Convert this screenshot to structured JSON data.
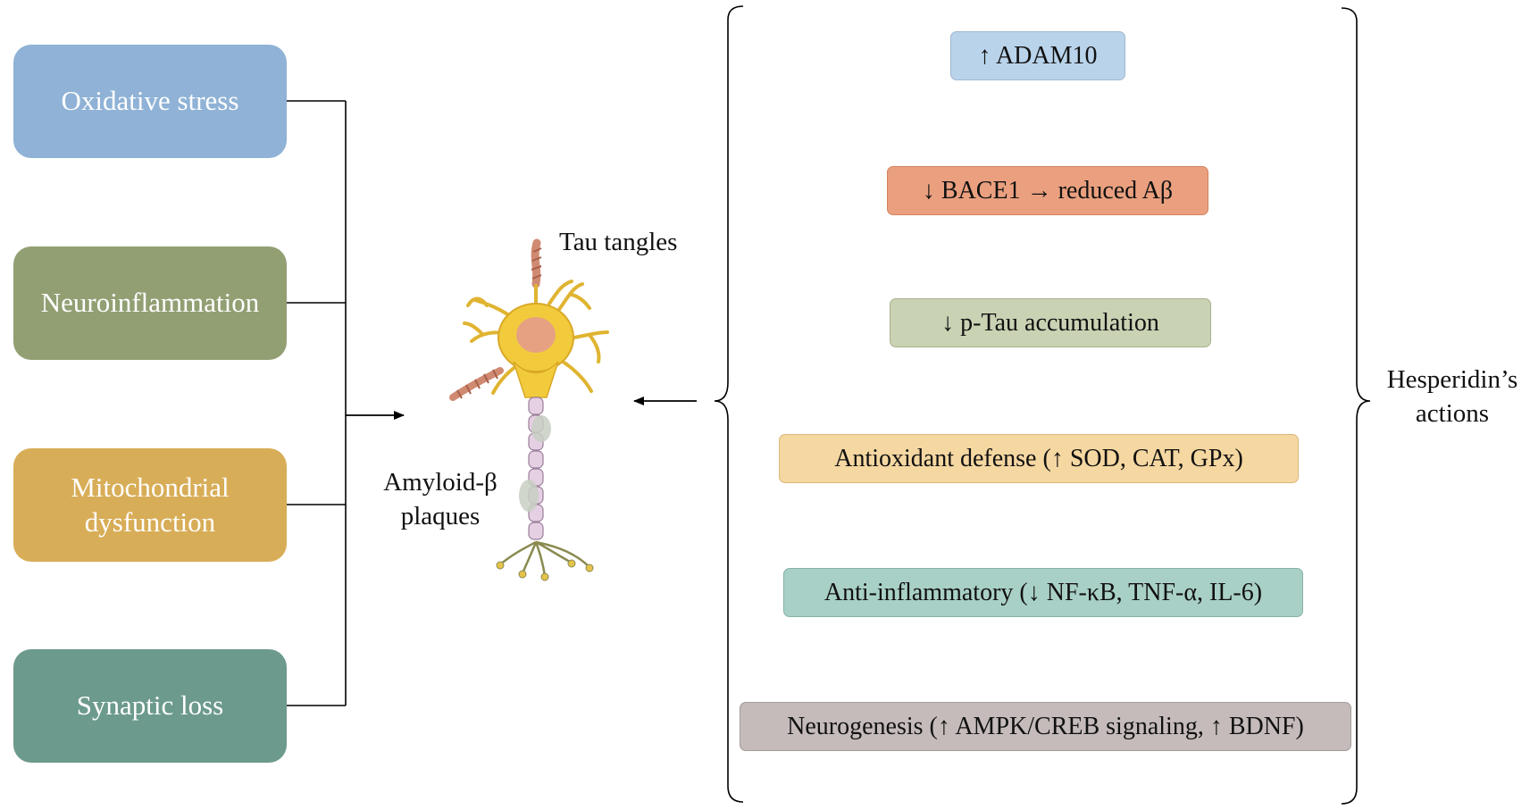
{
  "left_factors": [
    {
      "label": "Oxidative stress",
      "color": "#8FB2D6"
    },
    {
      "label": "Neuroinflammation",
      "color": "#929F73"
    },
    {
      "label": "Mitochondrial\ndysfunction",
      "color": "#D8AD57"
    },
    {
      "label": "Synaptic loss",
      "color": "#6C9A8C"
    }
  ],
  "neuron": {
    "tau_label": "Tau tangles",
    "amyloid_label": "Amyloid-β\nplaques"
  },
  "hesperidin_actions": [
    {
      "label": "↑ ADAM10",
      "color": "#B9D3EA"
    },
    {
      "label": "↓ BACE1 → reduced Aβ",
      "color": "#EAA07F"
    },
    {
      "label": "↓ p-Tau accumulation",
      "color": "#C9D2B3"
    },
    {
      "label": "Antioxidant defense (↑ SOD, CAT, GPx)",
      "color": "#F5D7A1"
    },
    {
      "label": "Anti-inflammatory (↓ NF-κB, TNF-α, IL-6)",
      "color": "#A9D0C6"
    },
    {
      "label": "Neurogenesis (↑ AMPK/CREB  signaling, ↑ BDNF)",
      "color": "#C5BBBB"
    }
  ],
  "brace_label": "Hesperidin’s\nactions"
}
